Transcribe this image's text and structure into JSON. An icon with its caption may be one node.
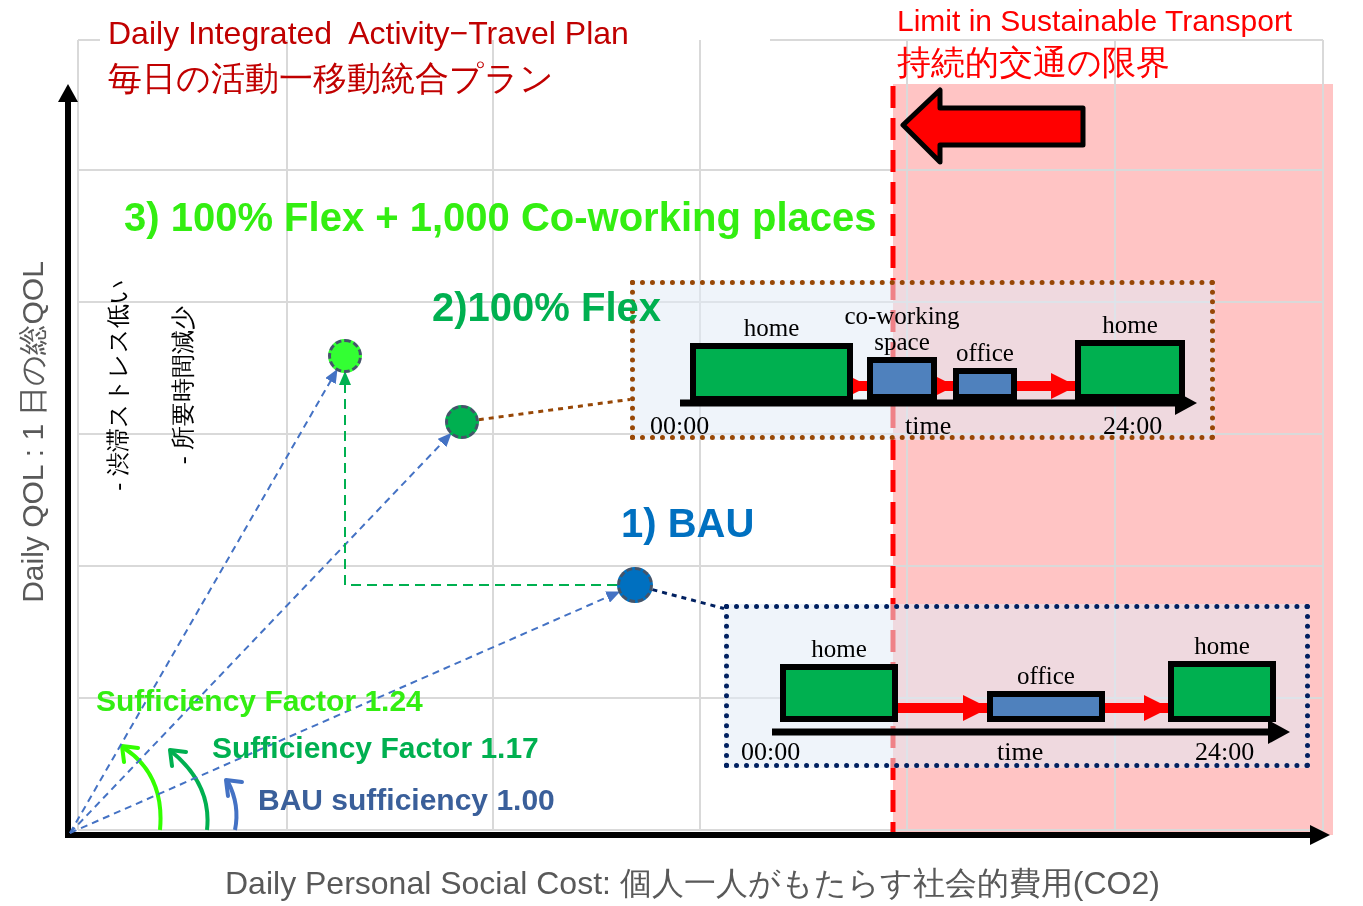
{
  "diagram": {
    "title": "Daily Integrated  Activity−Travel Plan",
    "nodes": [
      {
        "text": [],
        "shape": "circle",
        "beside": [
          "3) 100% Flex + 1,000 Co-working places"
        ]
      },
      {
        "text": [],
        "shape": "circle"
      },
      {
        "text": [],
        "shape": "box"
      },
      {
        "text": [
          "home"
        ],
        "in": 2
      },
      {
        "text": [
          "co-working space"
        ],
        "in": 2
      },
      {
        "text": [
          "office"
        ],
        "in": 2
      },
      {
        "text": [
          "home"
        ],
        "in": 2
      },
      {
        "text": [],
        "shape": "circle",
        "beside": [
          "1) BAU"
        ]
      },
      {
        "text": [],
        "shape": "box"
      },
      {
        "text": [
          "home"
        ],
        "in": 8
      },
      {
        "text": [
          "office"
        ],
        "in": 8
      },
      {
        "text": [
          "home"
        ],
        "in": 8
      }
    ],
    "edges": [
      {
        "from": null,
        "to": 0,
        "arrow": "to",
        "style": "dashed",
        "color": "#4472c4"
      },
      {
        "from": null,
        "to": 1,
        "arrow": "to",
        "style": "dashed",
        "color": "#4472c4"
      },
      {
        "from": null,
        "to": 7,
        "arrow": "to",
        "style": "dashed",
        "color": "#4472c4"
      },
      {
        "from": 7,
        "to": 0,
        "arrow": "to",
        "style": "dashed",
        "color": "#00b050"
      },
      {
        "from": 1,
        "to": 2,
        "arrow": "none",
        "style": "dashed",
        "color": "#974706"
      },
      {
        "from": 7,
        "to": 8,
        "arrow": "none",
        "style": "dashed",
        "color": "#002060"
      },
      {
        "from": 3,
        "to": 4,
        "arrow": "to",
        "style": "thick",
        "color": "#ff0000"
      },
      {
        "from": 4,
        "to": 5,
        "arrow": "to",
        "style": "thick",
        "color": "#ff0000"
      },
      {
        "from": 5,
        "to": 6,
        "arrow": "to",
        "style": "thick",
        "color": "#ff0000"
      },
      {
        "from": 9,
        "to": 10,
        "arrow": "to",
        "style": "thick",
        "color": "#ff0000"
      },
      {
        "from": 10,
        "to": 11,
        "arrow": "to",
        "style": "thick",
        "color": "#ff0000"
      }
    ],
    "labels": [
      "毎日の活動一移動統合プラン",
      "Limit in Sustainable Transport",
      "持続的交通の限界",
      "- 渋滞ストレス低い",
      "- 所要時間減少",
      "2)100% Flex",
      "Sufficiency Factor 1.24",
      "Sufficiency Factor 1.17",
      "BAU sufficiency 1.00",
      "Daily QOL : 1 日の総QOL",
      "Daily Personal Social Cost: 個人一人がもたらす社会的費用(CO2)",
      "00:00",
      "time",
      "24:00",
      "00:00",
      "time",
      "24:00"
    ]
  }
}
